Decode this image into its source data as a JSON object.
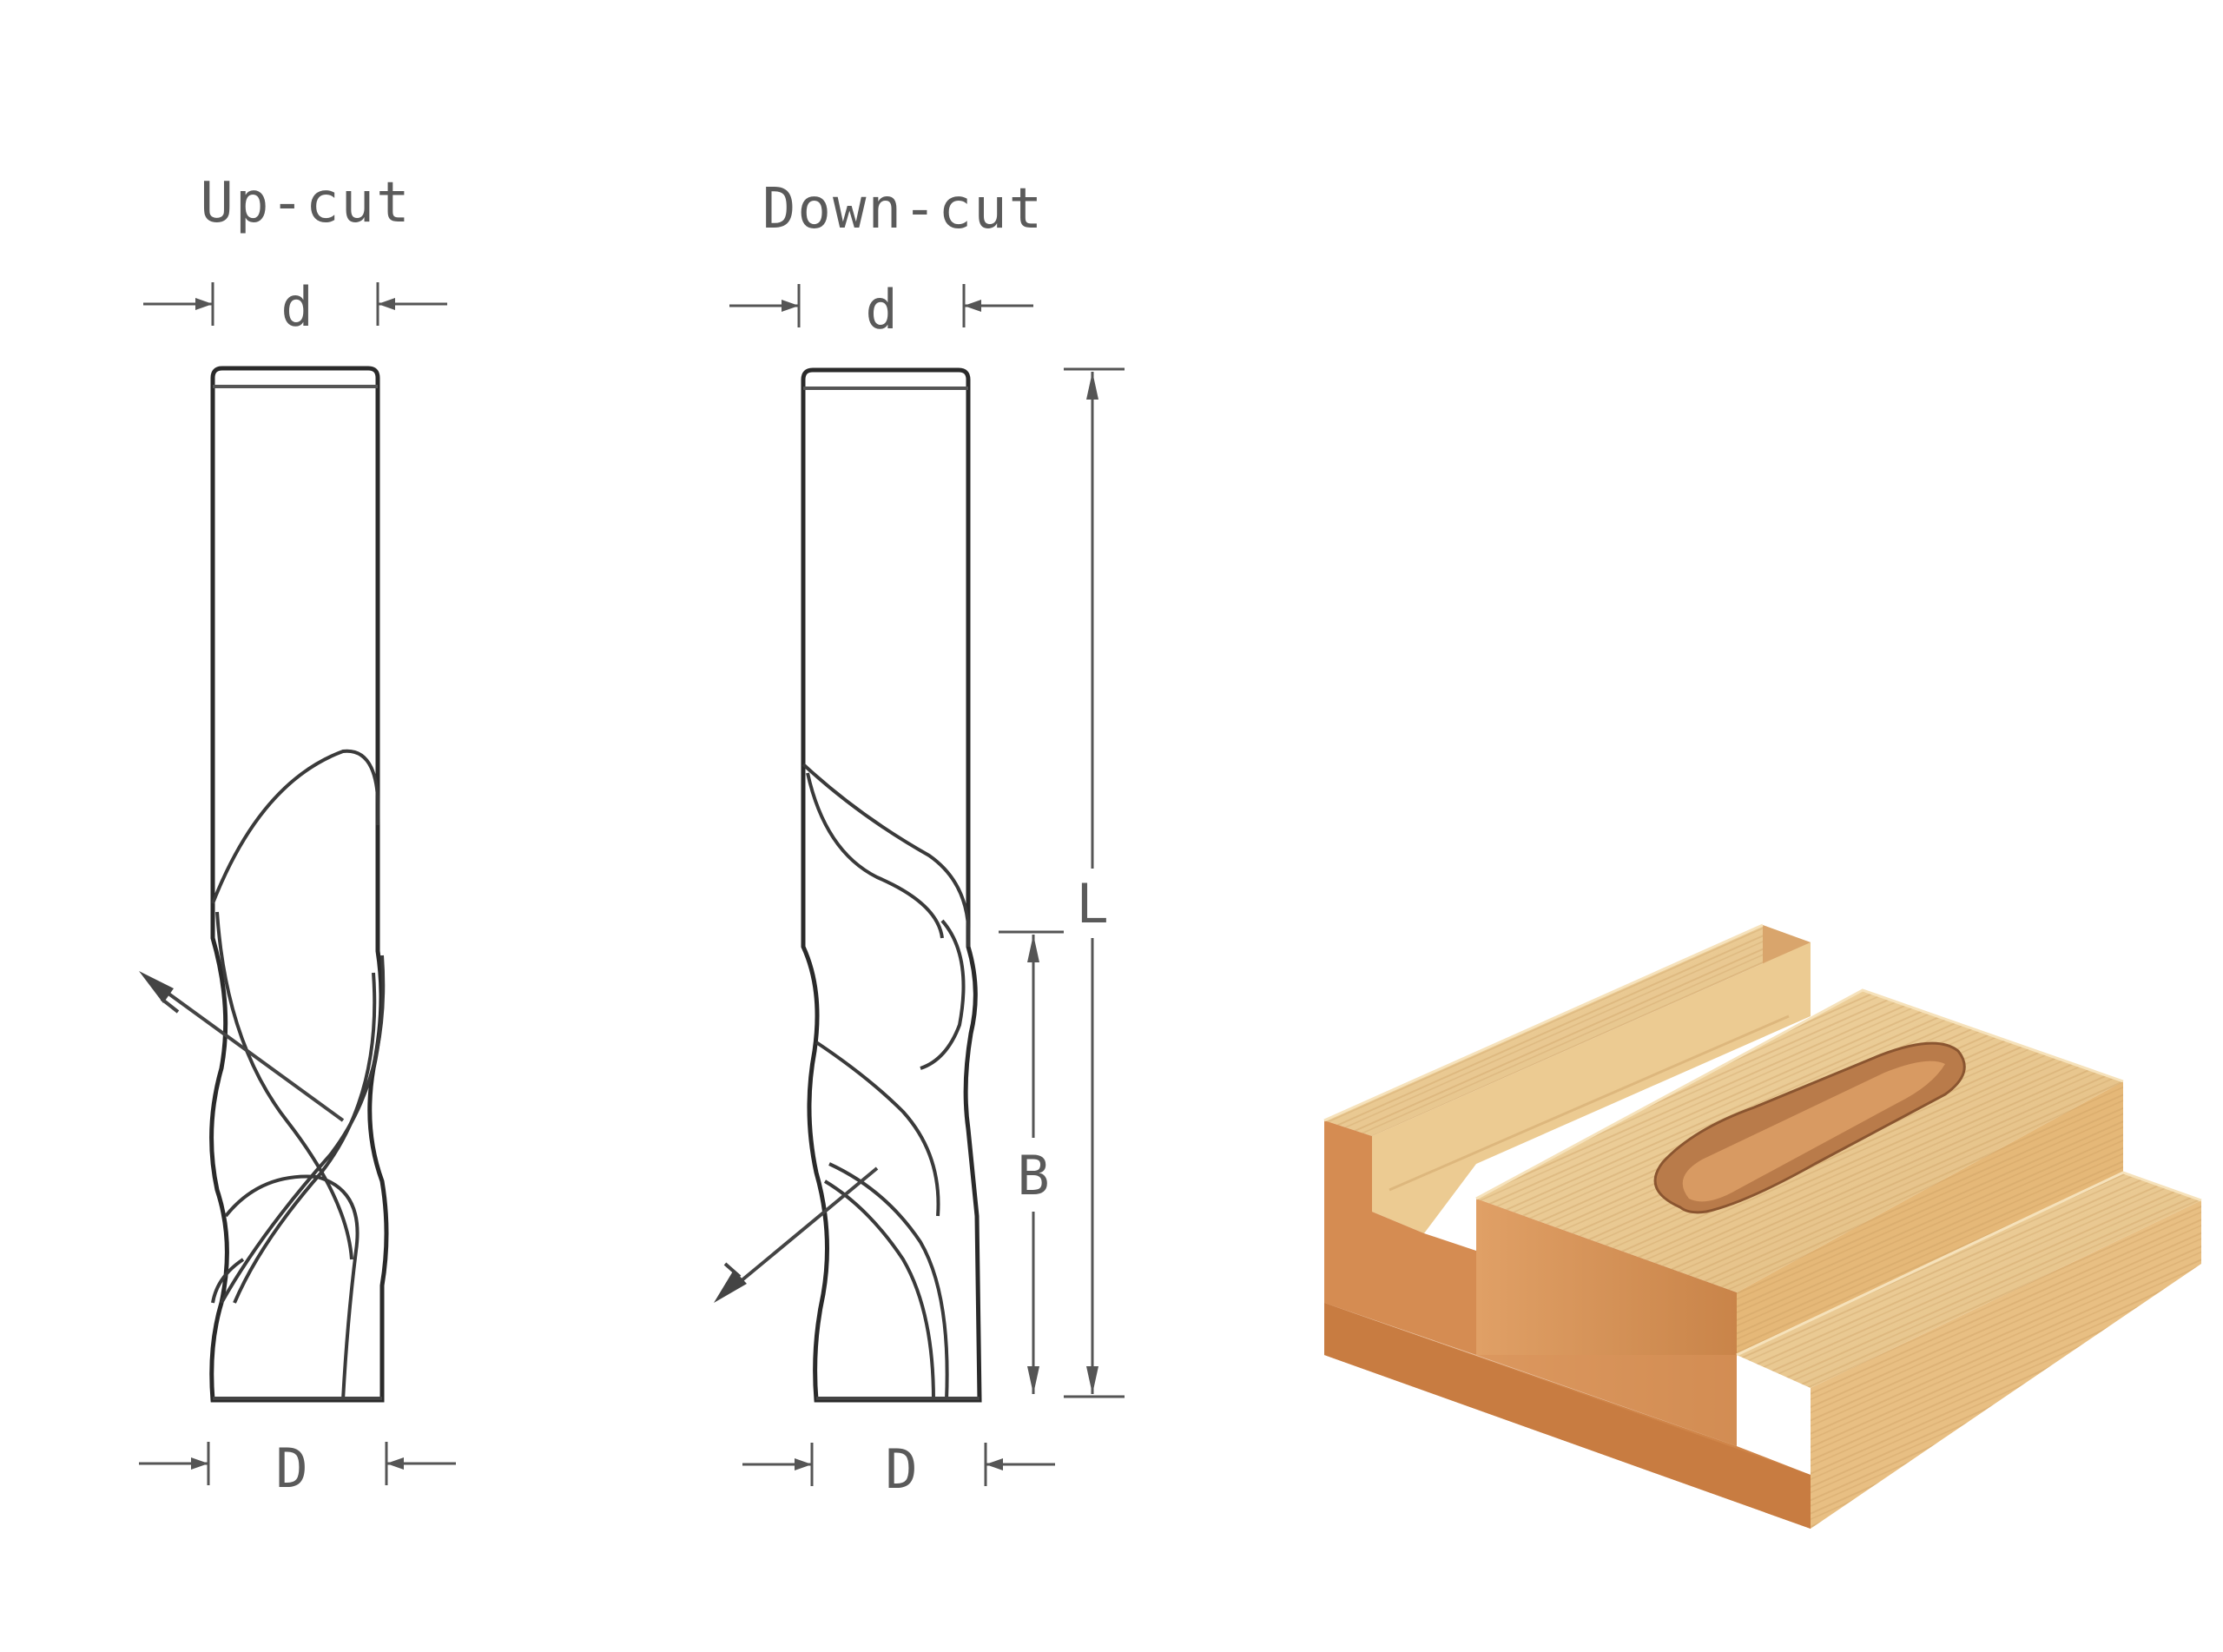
{
  "labels": {
    "upcut_title": "Up-cut",
    "downcut_title": "Down-cut",
    "upcut_shank_dim": "d",
    "upcut_cut_dim": "D",
    "downcut_shank_dim": "d",
    "downcut_cut_dim": "D",
    "overall_length": "L",
    "cutting_length": "B"
  },
  "colors": {
    "steel_dark": "#8e9096",
    "steel_light": "#eef0f2",
    "wood_top": "#e9c891",
    "wood_side": "#d6935a",
    "wood_edge": "#c07a42",
    "wood_slot": "#b97b4a"
  }
}
